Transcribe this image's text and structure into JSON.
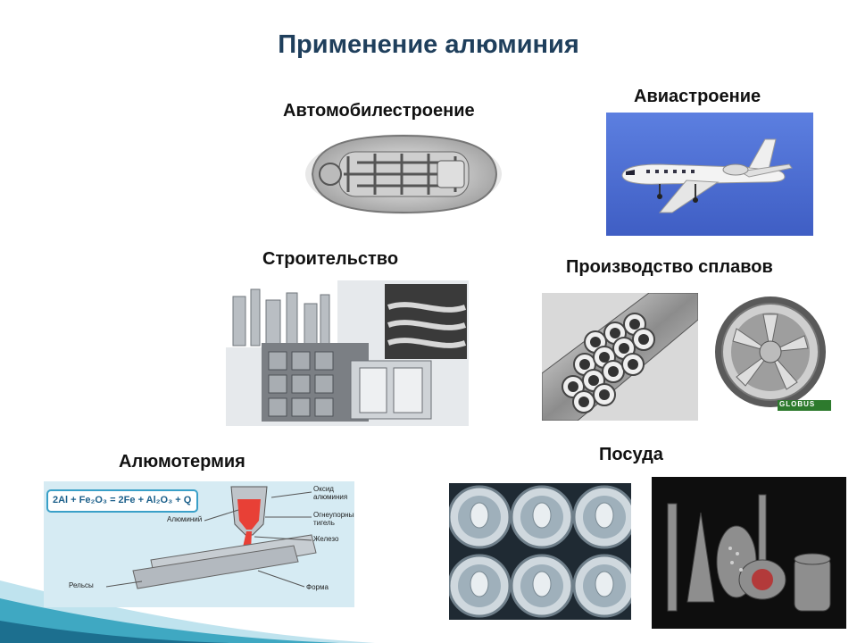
{
  "slide": {
    "title": "Применение алюминия",
    "captions": {
      "auto": "Автомобилестроение",
      "aviation": "Авиастроение",
      "construction": "Строительство",
      "alloys": "Производство сплавов",
      "thermite": "Алюмотермия",
      "dishes": "Посуда"
    },
    "diagram": {
      "equation": "2Al + Fe₂O₃ = 2Fe + Al₂O₃ + Q",
      "labels": {
        "oxide_line1": "Оксид",
        "oxide_line2": "алюминия",
        "aluminum": "Алюминий",
        "crucible_line1": "Огнеупорный",
        "crucible_line2": "тигель",
        "iron": "Железо",
        "rails": "Рельсы",
        "form": "Форма"
      }
    },
    "watermark": "GLOBUS"
  },
  "colors": {
    "title": "#1f3f5c",
    "sky": "#4f6fd1",
    "molten": "#e53a30",
    "deco_teal": "#3fa8c2"
  }
}
